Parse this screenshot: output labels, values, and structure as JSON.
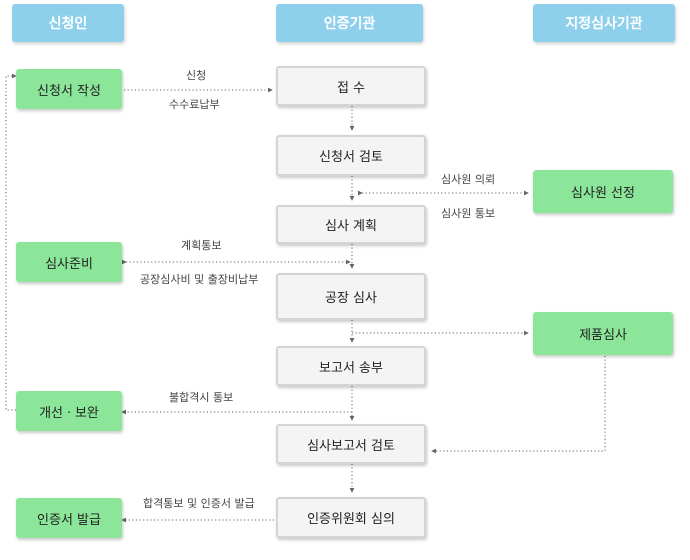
{
  "lanes": {
    "applicant": "신청인",
    "cert_body": "인증기관",
    "designated": "지정심사기관"
  },
  "applicant_steps": {
    "write": "신청서 작성",
    "prepare": "심사준비",
    "improve": "개선ㆍ보완",
    "issue": "인증서 발급"
  },
  "cert_steps": {
    "receipt": "접 수",
    "review": "신청서 검토",
    "plan": "심사 계획",
    "factory": "공장 심사",
    "report_send": "보고서 송부",
    "report_review": "심사보고서 검토",
    "committee": "인증위원회 심의"
  },
  "designated_steps": {
    "auditor": "심사원 선정",
    "product": "제품심사"
  },
  "edge_labels": {
    "apply": "신청",
    "fee": "수수료납부",
    "auditor_request": "심사원 의뢰",
    "auditor_notice": "심사원 통보",
    "plan_notice": "계획통보",
    "factory_fee": "공장심사비 및 출장비납부",
    "nonconformity": "불합격시 통보",
    "pass_issue": "합격통보 및 인증서 발급"
  },
  "colors": {
    "lane": "#8ed0ec",
    "applicant_box": "#8ce69a",
    "process_box": "#f4f4f4",
    "connector": "#666666"
  }
}
